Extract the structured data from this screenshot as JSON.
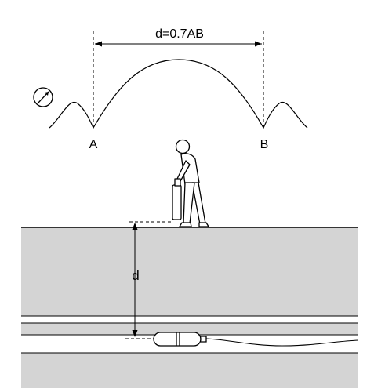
{
  "labels": {
    "distance_formula": "d=0.7AB",
    "point_a": "A",
    "point_b": "B",
    "depth": "d"
  },
  "colors": {
    "ground": "#d4d4d4",
    "line": "#000000",
    "background": "#ffffff"
  },
  "icons": {
    "signal_meter": "gauge-icon",
    "operator": "person-with-locator-icon",
    "sonde": "sonde-transmitter-icon"
  }
}
